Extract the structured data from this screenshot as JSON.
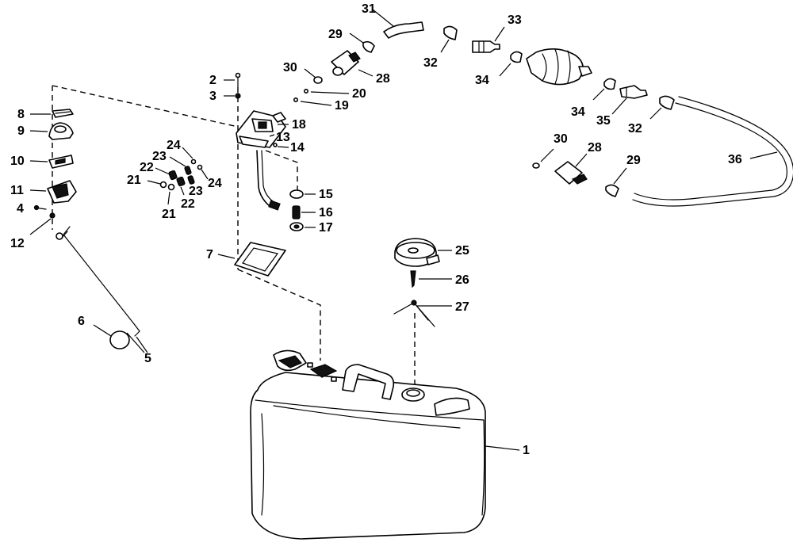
{
  "diagram": {
    "callouts": {
      "c1": "1",
      "c2": "2",
      "c3": "3",
      "c4": "4",
      "c5": "5",
      "c6": "6",
      "c7": "7",
      "c8": "8",
      "c9": "9",
      "c10": "10",
      "c11": "11",
      "c12": "12",
      "c13": "13",
      "c14": "14",
      "c15": "15",
      "c16": "16",
      "c17": "17",
      "c18": "18",
      "c19": "19",
      "c20": "20",
      "c21a": "21",
      "c21b": "21",
      "c22a": "22",
      "c22b": "22",
      "c23a": "23",
      "c23b": "23",
      "c24a": "24",
      "c24b": "24",
      "c25": "25",
      "c26": "26",
      "c27": "27",
      "c28a": "28",
      "c28b": "28",
      "c29a": "29",
      "c29b": "29",
      "c30a": "30",
      "c30b": "30",
      "c31": "31",
      "c32a": "32",
      "c32b": "32",
      "c33": "33",
      "c34a": "34",
      "c34b": "34",
      "c35": "35",
      "c36": "36"
    }
  }
}
